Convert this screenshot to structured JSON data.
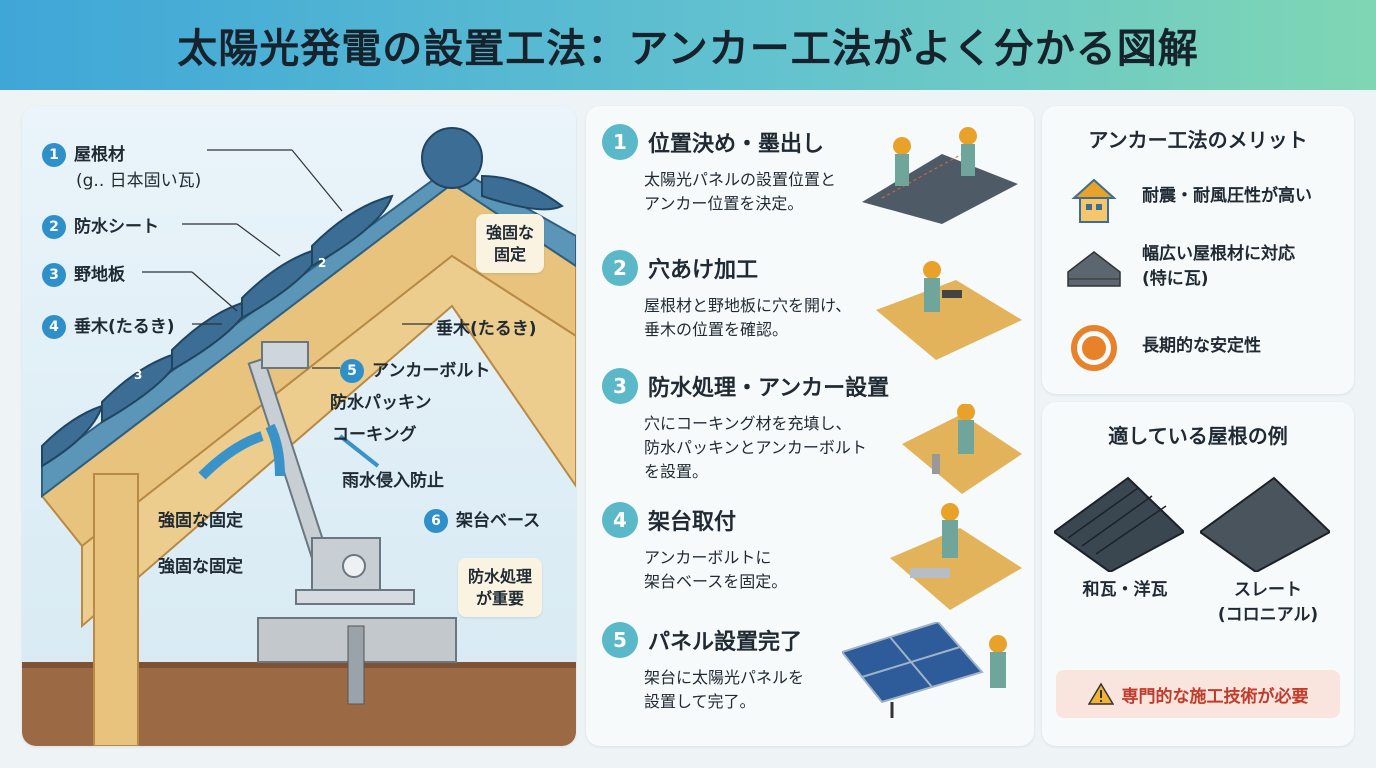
{
  "title": "太陽光発電の設置工法：アンカー工法がよく分かる図解",
  "diagram": {
    "labels": [
      {
        "num": "1",
        "text": "屋根材",
        "sub": "(g.. 日本固い瓦)"
      },
      {
        "num": "2",
        "text": "防水シート"
      },
      {
        "num": "3",
        "text": "野地板"
      },
      {
        "num": "4",
        "text": "垂木(たるき)"
      }
    ],
    "rafter_label": "垂木(たるき)",
    "bolt_label": {
      "num": "5",
      "text": "アンカーボルト"
    },
    "gasket": "防水パッキン",
    "caulking": "コーキング",
    "rain": "雨水侵入防止",
    "fix1": "強固な固定",
    "fix2": "強固な固定",
    "base_label": {
      "num": "6",
      "text": "架台ベース"
    },
    "callout_top": "強固な\n固定",
    "callout_bottom": "防水処理\nが重要",
    "marker_2": "2",
    "marker_3": "3"
  },
  "steps": [
    {
      "num": "1",
      "title": "位置決め・墨出し",
      "desc": "太陽光パネルの設置位置と\nアンカー位置を決定。"
    },
    {
      "num": "2",
      "title": "穴あけ加工",
      "desc": "屋根材と野地板に穴を開け、\n垂木の位置を確認。"
    },
    {
      "num": "3",
      "title": "防水処理・アンカー設置",
      "desc": "穴にコーキング材を充填し、\n防水パッキンとアンカーボルト\nを設置。"
    },
    {
      "num": "4",
      "title": "架台取付",
      "desc": "アンカーボルトに\n架台ベースを固定。"
    },
    {
      "num": "5",
      "title": "パネル設置完了",
      "desc": "架台に太陽光パネルを\n設置して完了。"
    }
  ],
  "merits": {
    "title": "アンカー工法のメリット",
    "items": [
      {
        "icon": "house-shake-icon",
        "text": "耐震・耐風圧性が高い"
      },
      {
        "icon": "roof-tile-icon",
        "text": "幅広い屋根材に対応\n(特に瓦)"
      },
      {
        "icon": "stability-gear-icon",
        "text": "長期的な安定性"
      }
    ]
  },
  "roofs": {
    "title": "適している屋根の例",
    "items": [
      {
        "icon": "japanese-tile-roof-icon",
        "text": "和瓦・洋瓦"
      },
      {
        "icon": "slate-roof-icon",
        "text": "スレート\n(コロニアル)"
      }
    ],
    "warning": "専門的な施工技術が必要"
  },
  "colors": {
    "accent": "#2f8fc9",
    "step": "#5ab8c8",
    "warn": "#c13c2a"
  }
}
